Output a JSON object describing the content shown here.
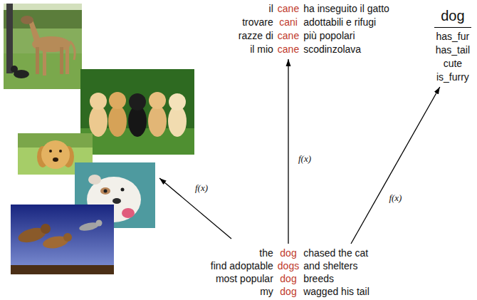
{
  "diagram": {
    "nodes": [
      {
        "text": [
          "il",
          "cane",
          "ha inseguito il gatto",
          "trovare",
          "cani",
          "adottabili e rifugi",
          "razze di",
          "cane",
          "più popolari",
          "il mio",
          "cane",
          "scodinzolava"
        ]
      },
      {
        "text": [
          "dog",
          "has_fur",
          "has_tail",
          "cute",
          "is_furry"
        ]
      },
      {
        "text": [
          "the",
          "dog",
          "chased the cat",
          "find adoptable",
          "dogs",
          "and shelters",
          "most popular",
          "dog",
          "breeds",
          "my",
          "dog",
          "wagged his tail"
        ]
      }
    ],
    "edges": [
      {
        "from": 2,
        "to": 0,
        "arrow": "to",
        "label": "f(x)"
      },
      {
        "from": 2,
        "to": 1,
        "arrow": "to",
        "label": "f(x)"
      }
    ],
    "labels": [
      "f(x)"
    ]
  }
}
